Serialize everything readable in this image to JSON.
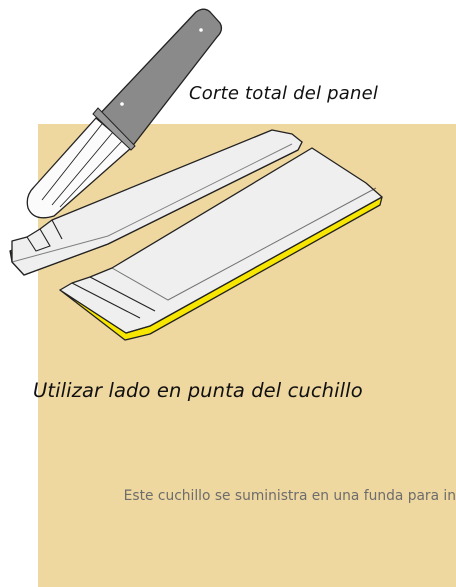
{
  "captions": {
    "top": "Corte total del panel",
    "bottom": "Utilizar lado en punta del cuchillo"
  },
  "note": {
    "text": "Este cuchillo se suministra en una funda para in"
  },
  "colors": {
    "panel_background": "#efd7a0",
    "board_face": "#eeeeee",
    "board_edge": "#f7e600",
    "knife_handle": "#8a8a8a",
    "note_text": "#6d6d6d"
  },
  "icons": {
    "knife": "utility-knife-icon",
    "board_left": "panel-strip-icon",
    "board_right": "panel-strip-icon"
  }
}
